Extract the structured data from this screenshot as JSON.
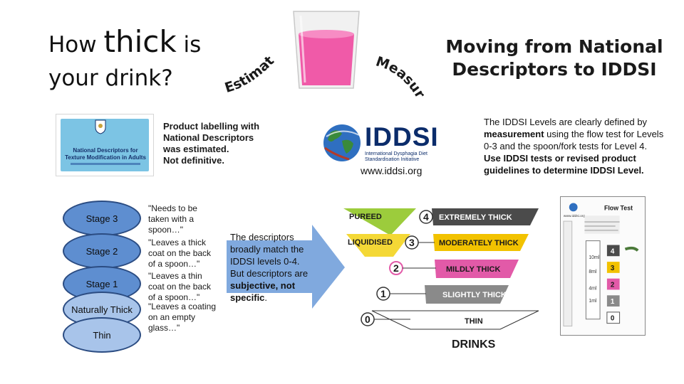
{
  "title": {
    "line1_pre": "How",
    "line1_big": "thick",
    "line1_post": "is",
    "line2": "your drink?"
  },
  "curved_words": {
    "estimate": "Estimate",
    "measure": "Measure"
  },
  "right_title": {
    "line1": "Moving from National",
    "line2": "Descriptors to IDDSI"
  },
  "booklet": {
    "title_line1": "National Descriptors for",
    "title_line2": "Texture Modification in Adults"
  },
  "label_note": {
    "line1": "Product labelling with",
    "line2": "National Descriptors",
    "line3": "was estimated.",
    "line4": "Not definitive."
  },
  "stages": [
    {
      "label": "Stage 3"
    },
    {
      "label": "Stage 2"
    },
    {
      "label": "Stage 1"
    },
    {
      "label": "Naturally Thick"
    },
    {
      "label": "Thin"
    }
  ],
  "quotes": {
    "stage3": "\"Needs to be taken with a spoon…\"",
    "stage2": "\"Leaves a thick coat on the back of a spoon…\"",
    "stage1": "\"Leaves a thin coat on the back of a spoon…\"",
    "naturally_thick": "\"Leaves a coating on an empty glass…\""
  },
  "descriptor_note": {
    "line1": "The descriptors",
    "line2": "broadly match the",
    "line3": "IDDSI levels 0-4.",
    "line4": "But descriptors are",
    "bold1": "subjective, not",
    "bold2": "specific",
    "tail": "."
  },
  "iddsi": {
    "word": "IDDSI",
    "sub1": "International Dysphagia Diet",
    "sub2": "Standardisation Initiative",
    "url": "www.iddsi.org"
  },
  "right_text": {
    "part1": "The IDDSI Levels are clearly defined by ",
    "bold": "measurement",
    "part2": " using the flow test for Levels 0-3 and the spoon/fork tests for Level 4.",
    "line_last": "Use IDDSI tests or revised product guidelines to determine IDDSI Level."
  },
  "framework": {
    "pureed": "PUREED",
    "liquidised": "LIQUIDISED",
    "levels": [
      {
        "num": "4",
        "label": "EXTREMELY THICK"
      },
      {
        "num": "3",
        "label": "MODERATELY THICK"
      },
      {
        "num": "2",
        "label": "MILDLY THICK"
      },
      {
        "num": "1",
        "label": "SLIGHTLY THICK"
      },
      {
        "num": "0",
        "label": "THIN"
      }
    ],
    "drinks": "DRINKS"
  },
  "flow_test": {
    "title": "Flow Test",
    "url": "www.iddsi.org",
    "levels": [
      "4",
      "3",
      "2",
      "1",
      "0"
    ],
    "marks": [
      "10ml",
      "8ml",
      "4ml",
      "1ml"
    ]
  },
  "colors": {
    "stage_dark": "#5e8ed0",
    "stage_light": "#a8c4ea",
    "glass_fill": "#f05aa8",
    "arrow_blue": "#6a9ad8",
    "lvl4": "#4b4b4b",
    "lvl3": "#f2c200",
    "lvl2": "#e25aa8",
    "lvl1": "#8a8a8a",
    "lvl0": "#ffffff",
    "pureed_green": "#9ccc3c",
    "liquidised_yellow": "#f4d836"
  }
}
